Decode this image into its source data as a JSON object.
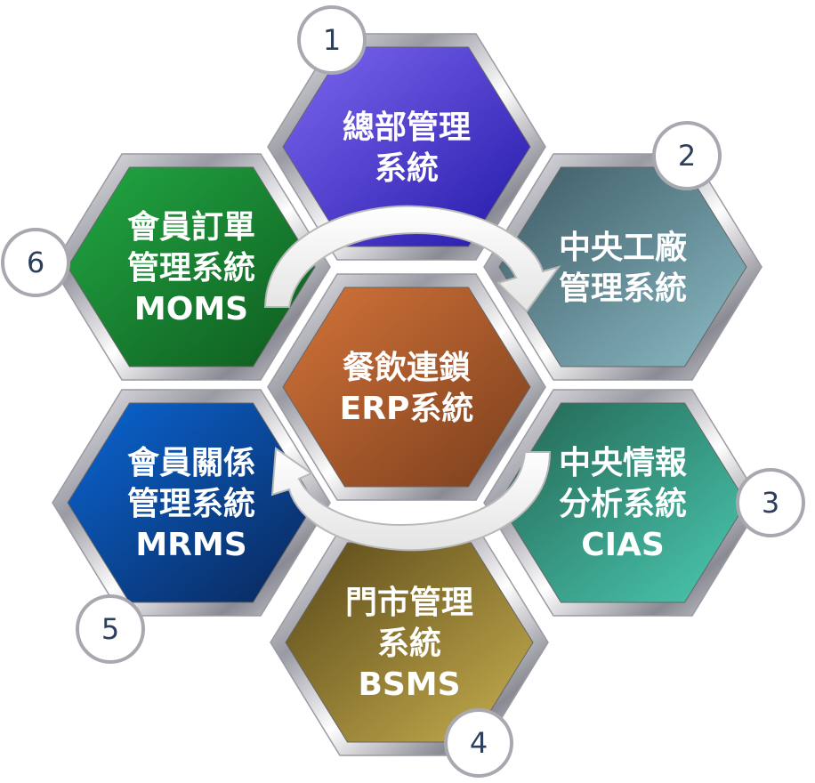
{
  "title": "餐飲連鎖ERP系統",
  "center": {
    "lines": [
      "餐飲連鎖",
      "ERP系統"
    ],
    "color_from": "#d4743a",
    "color_to": "#7a3e1c"
  },
  "modules": [
    {
      "number": "1",
      "lines": [
        "總部管理",
        "系統"
      ],
      "color_from": "#7c68f0",
      "color_to": "#2418a8"
    },
    {
      "number": "2",
      "lines": [
        "中央工廠",
        "管理系統"
      ],
      "color_from": "#3c5a64",
      "color_to": "#8cbcc6"
    },
    {
      "number": "3",
      "lines": [
        "中央情報",
        "分析系統",
        "CIAS"
      ],
      "color_from": "#226452",
      "color_to": "#4ccab2"
    },
    {
      "number": "4",
      "lines": [
        "門市管理",
        "系統",
        "BSMS"
      ],
      "color_from": "#5a4818",
      "color_to": "#c8b050"
    },
    {
      "number": "5",
      "lines": [
        "會員關係",
        "管理系統",
        "MRMS"
      ],
      "color_from": "#0a66d4",
      "color_to": "#0a2658"
    },
    {
      "number": "6",
      "lines": [
        "會員訂單",
        "管理系統",
        "MOMS"
      ],
      "color_from": "#22a844",
      "color_to": "#0e5a1e"
    }
  ]
}
